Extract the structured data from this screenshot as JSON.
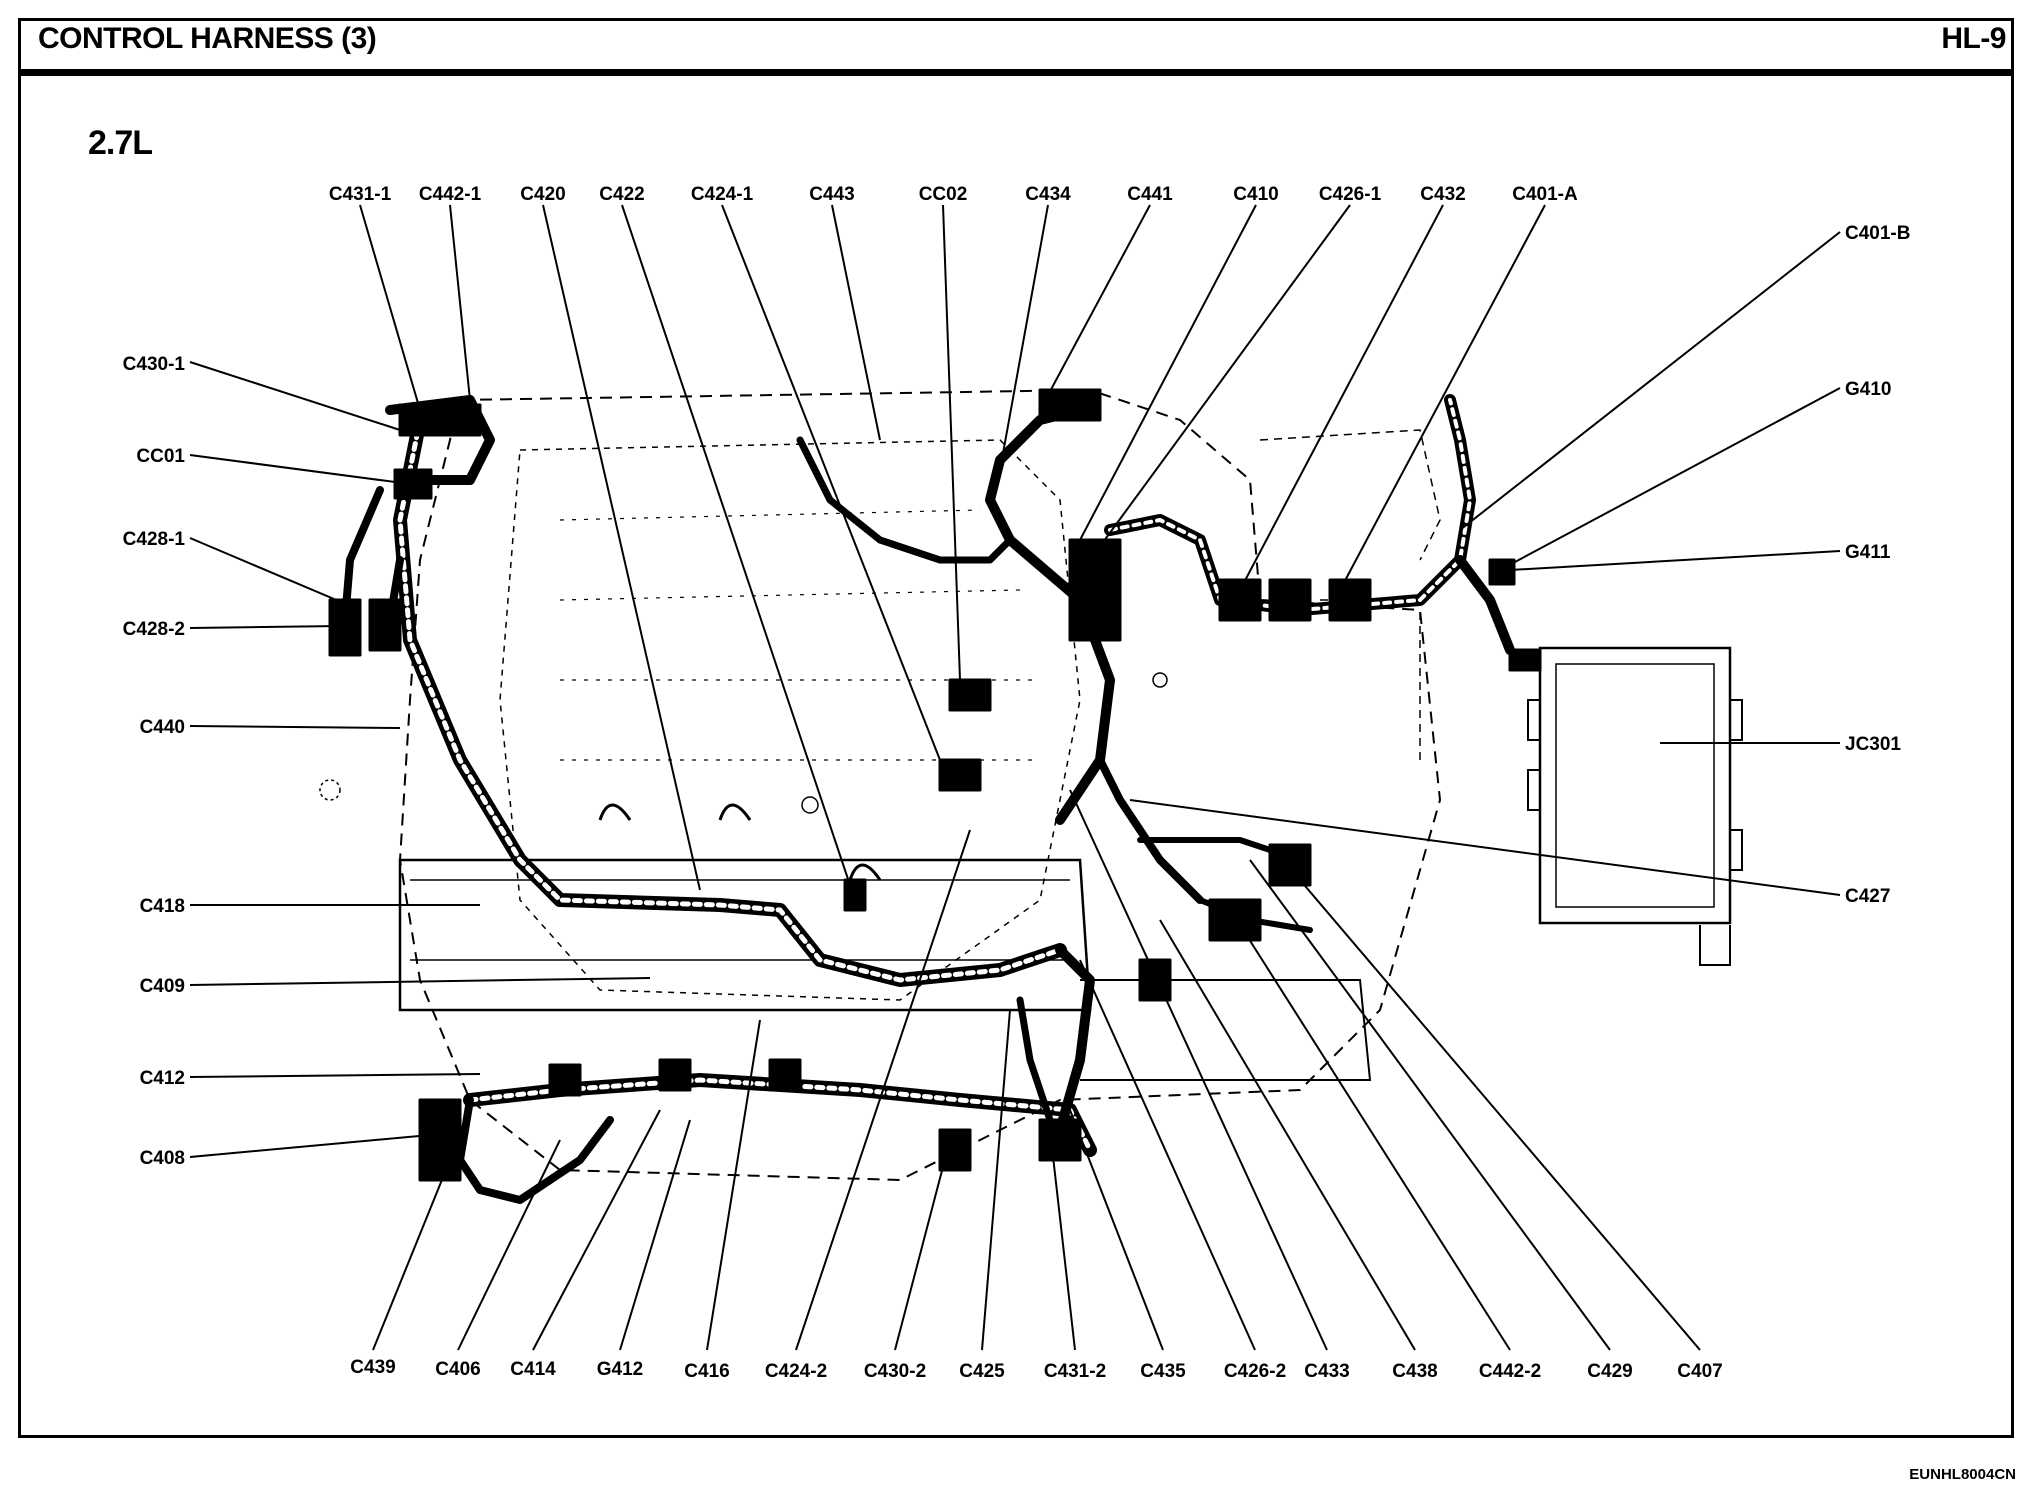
{
  "header": {
    "title": "CONTROL HARNESS (3)",
    "page_code": "HL-9"
  },
  "subtitle": "2.7L",
  "footer_code": "EUNHL8004CN",
  "diagram": {
    "top_labels": [
      "C431-1",
      "C442-1",
      "C420",
      "C422",
      "C424-1",
      "C443",
      "CC02",
      "C434",
      "C441",
      "C410",
      "C426-1",
      "C432",
      "C401-A"
    ],
    "left_labels": [
      "C430-1",
      "CC01",
      "C428-1",
      "C428-2",
      "C440",
      "C418",
      "C409",
      "C412",
      "C408"
    ],
    "right_labels": [
      "C401-B",
      "G410",
      "G411",
      "JC301",
      "C427"
    ],
    "bottom_labels": [
      "C439",
      "C406",
      "C414",
      "G412",
      "C416",
      "C424-2",
      "C430-2",
      "C425",
      "C431-2",
      "C435",
      "C426-2",
      "C433",
      "C438",
      "C442-2",
      "C429",
      "C407"
    ]
  }
}
